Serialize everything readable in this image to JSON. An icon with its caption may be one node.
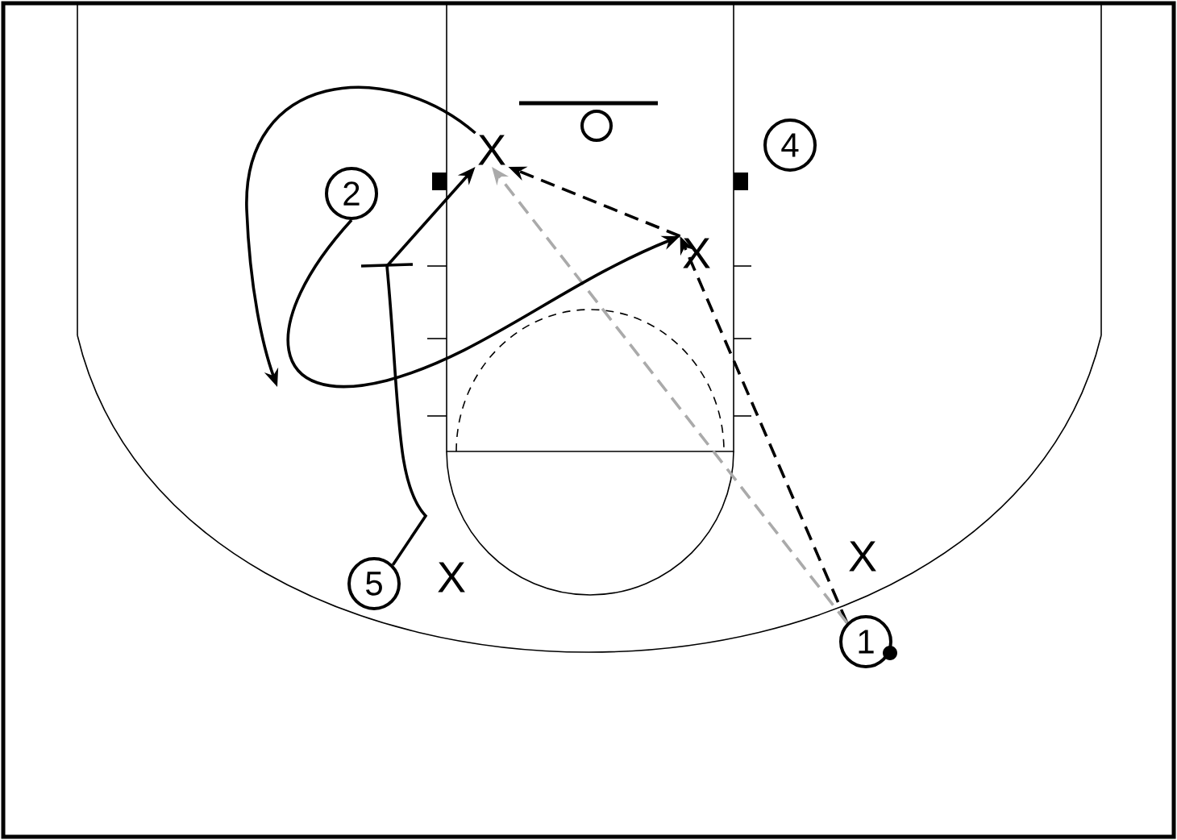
{
  "diagram": {
    "nodes": [
      {
        "text": [
          "2"
        ]
      },
      {
        "text": [
          "X"
        ]
      },
      {
        "text": [
          "4"
        ]
      },
      {
        "text": [
          "X"
        ]
      },
      {
        "text": [
          "X"
        ]
      },
      {
        "text": [
          "5"
        ]
      },
      {
        "text": [
          "X"
        ]
      },
      {
        "text": [
          "1"
        ]
      }
    ],
    "edges": [
      {
        "from": 7,
        "to": 3,
        "arrow": "to",
        "style": "dashed"
      },
      {
        "from": 3,
        "to": 1,
        "arrow": "to",
        "style": "dashed"
      },
      {
        "from": 7,
        "to": 1,
        "arrow": "to",
        "style": "dashed",
        "color": "#aaaaaa"
      },
      {
        "from": 5,
        "to": null,
        "arrow": "none"
      },
      {
        "from": null,
        "to": 1,
        "arrow": "to"
      },
      {
        "from": 0,
        "to": 3,
        "arrow": "to"
      },
      {
        "from": 1,
        "to": null,
        "arrow": "to"
      }
    ]
  }
}
